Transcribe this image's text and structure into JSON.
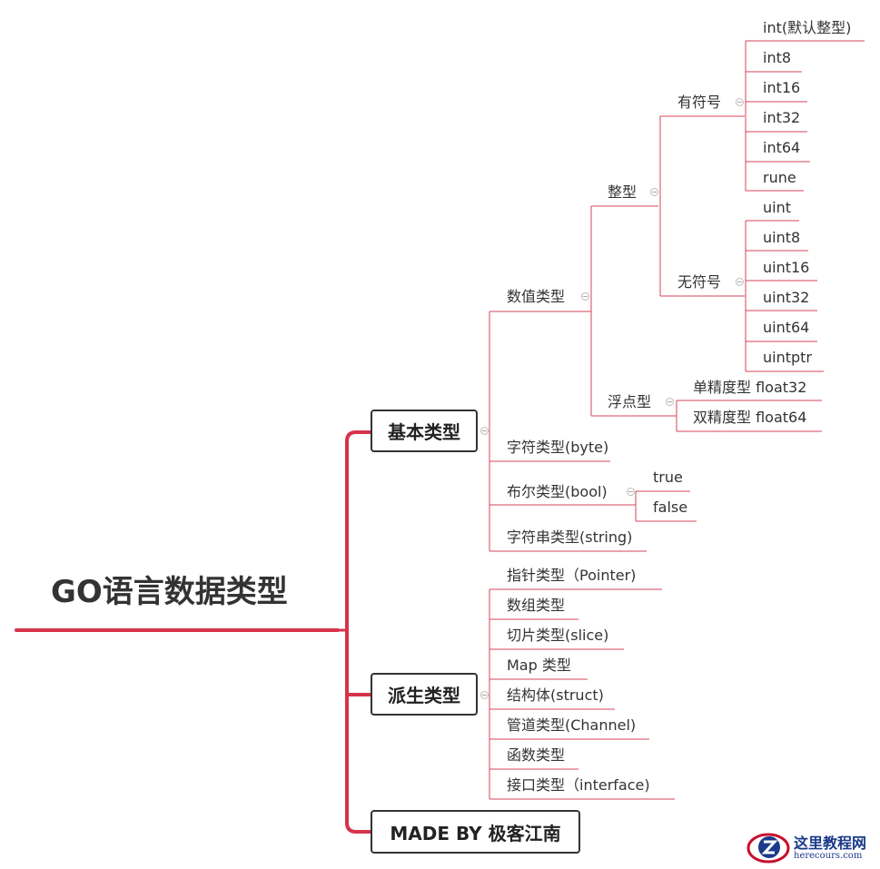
{
  "diagram": {
    "root": "GO语言数据类型",
    "branches": {
      "basic": "基本类型",
      "derived": "派生类型",
      "made_by": "MADE BY 极客江南"
    },
    "basic": {
      "numeric": "数值类型",
      "integer": "整型",
      "signed": "有符号",
      "signed_items": [
        "int(默认整型)",
        "int8",
        "int16",
        "int32",
        "int64",
        "rune"
      ],
      "unsigned": "无符号",
      "unsigned_items": [
        "uint",
        "uint8",
        "uint16",
        "uint32",
        "uint64",
        "uintptr"
      ],
      "float": "浮点型",
      "float_items": [
        "单精度型 float32",
        "双精度型 float64"
      ],
      "char": "字符类型(byte)",
      "bool": "布尔类型(bool)",
      "bool_items": [
        "true",
        "false"
      ],
      "string": "字符串类型(string)"
    },
    "derived_items": [
      "指针类型（Pointer)",
      "数组类型",
      "切片类型(slice)",
      "Map 类型",
      "结构体(struct)",
      "管道类型(Channel)",
      "函数类型",
      "接口类型（interface)"
    ]
  },
  "watermark": {
    "title": "这里教程网",
    "subtitle": "herecours.com"
  },
  "colors": {
    "main_branch": "#d6334a",
    "thin_line": "#d9435a",
    "text": "#333333"
  }
}
